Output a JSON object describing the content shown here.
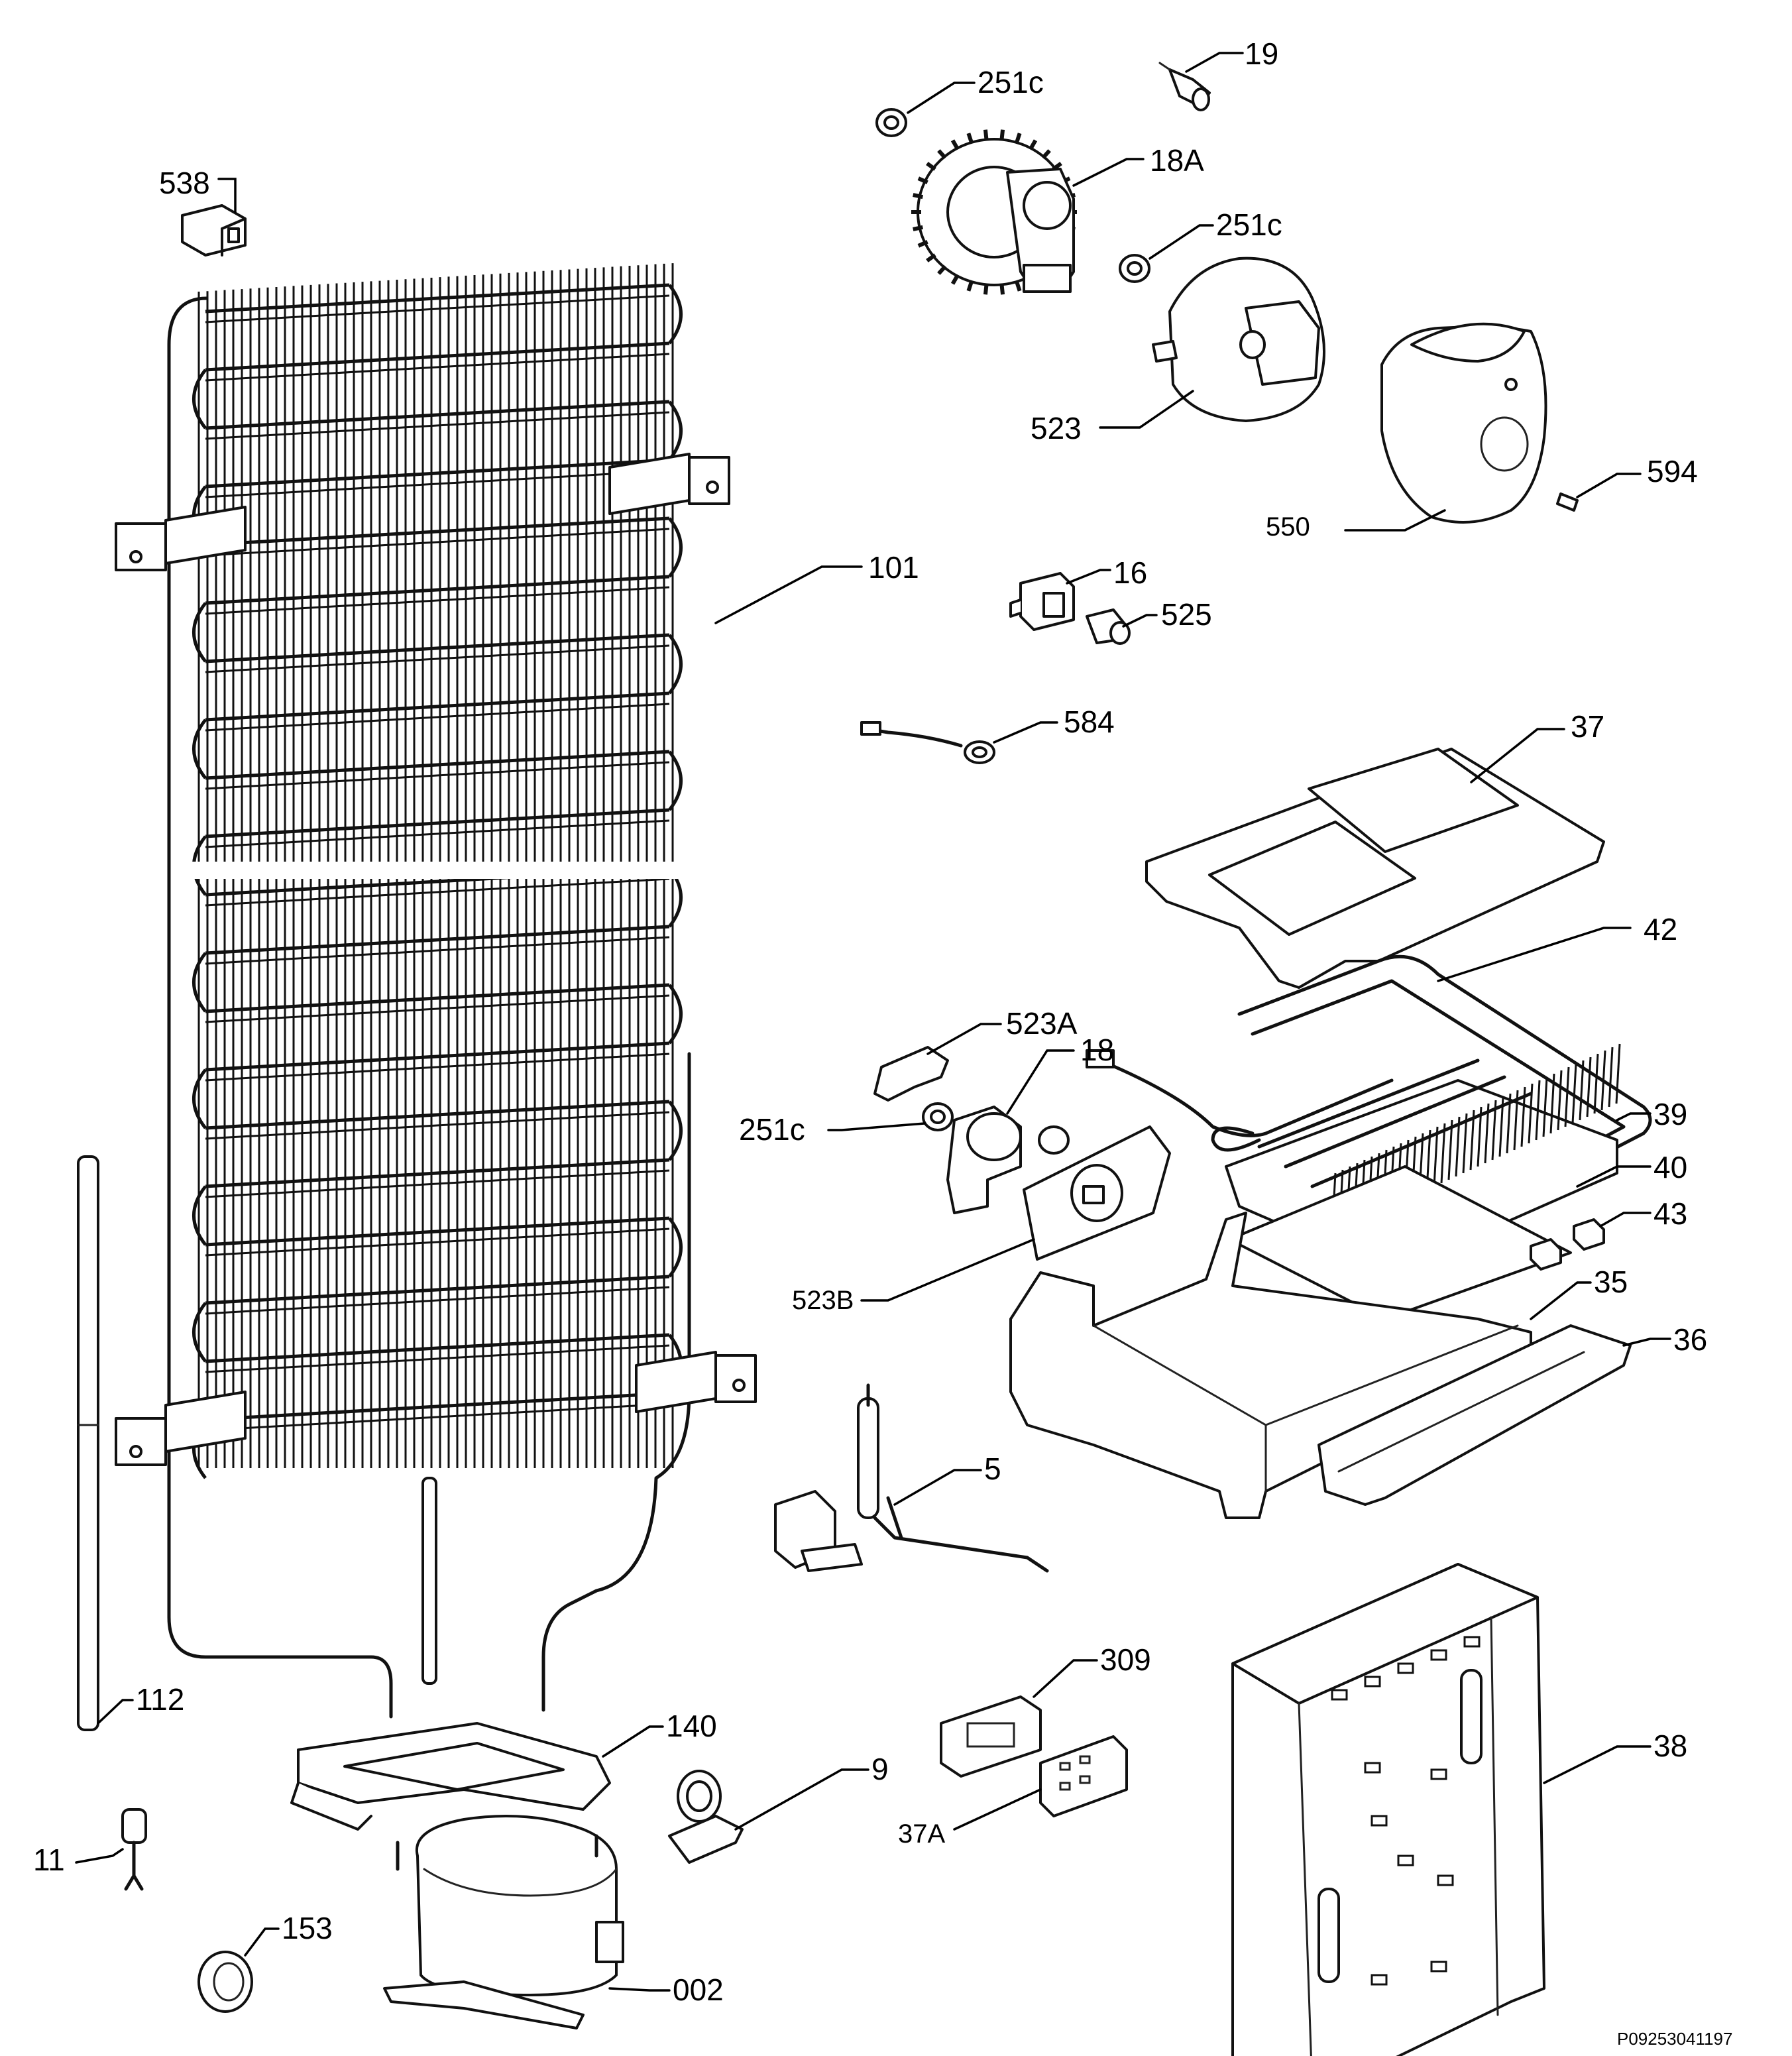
{
  "labels": {
    "l19": "19",
    "l251c_top": "251c",
    "l18a": "18A",
    "l538": "538",
    "l251c_mid": "251c",
    "l523": "523",
    "l594": "594",
    "l550": "550",
    "l101": "101",
    "l16": "16",
    "l525": "525",
    "l584": "584",
    "l37": "37",
    "l42": "42",
    "l523a": "523A",
    "l18": "18",
    "l251c_low": "251c",
    "l39": "39",
    "l40": "40",
    "l43": "43",
    "l523b": "523B",
    "l35": "35",
    "l36": "36",
    "l5": "5",
    "l309": "309",
    "l112": "112",
    "l140": "140",
    "l38": "38",
    "l9": "9",
    "l37a": "37A",
    "l11": "11",
    "l153": "153",
    "l002": "002"
  },
  "footer": {
    "doc_code": "P09253041197"
  }
}
